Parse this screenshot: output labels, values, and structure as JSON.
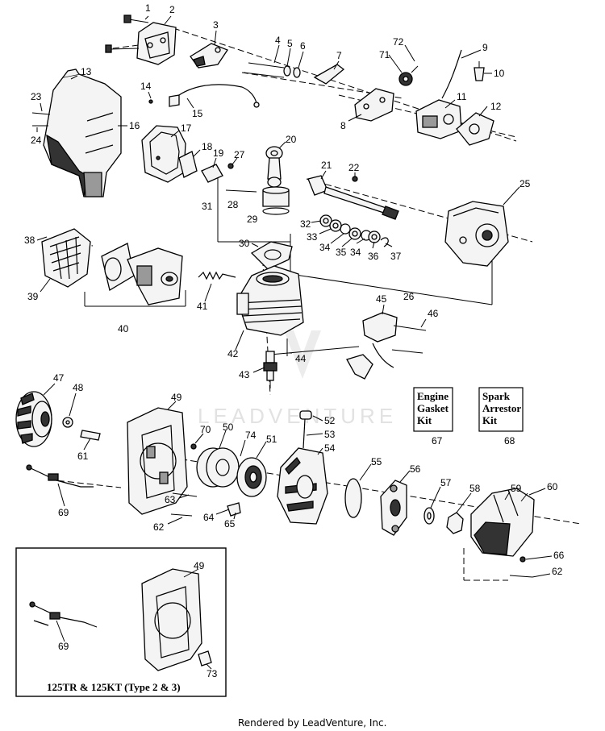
{
  "diagram": {
    "watermark": "LEADVENTURE",
    "footer": "Rendered by LeadVenture, Inc.",
    "kits": [
      {
        "title_lines": [
          "Engine",
          "Gasket",
          "Kit"
        ],
        "part_no": "67"
      },
      {
        "title_lines": [
          "Spark",
          "Arrestor",
          "Kit"
        ],
        "part_no": "68"
      }
    ],
    "inset": {
      "caption": "125TR & 125KT (Type 2 & 3)",
      "labels": [
        "49",
        "69",
        "73"
      ]
    },
    "callouts": [
      "1",
      "2",
      "3",
      "4",
      "5",
      "6",
      "7",
      "8",
      "9",
      "10",
      "11",
      "12",
      "13",
      "14",
      "15",
      "16",
      "17",
      "18",
      "19",
      "20",
      "21",
      "22",
      "23",
      "24",
      "25",
      "26",
      "27",
      "28",
      "29",
      "30",
      "31",
      "32",
      "33",
      "34",
      "34",
      "35",
      "36",
      "37",
      "38",
      "39",
      "40",
      "41",
      "42",
      "43",
      "44",
      "45",
      "46",
      "47",
      "48",
      "49",
      "50",
      "51",
      "52",
      "53",
      "54",
      "55",
      "56",
      "57",
      "58",
      "59",
      "60",
      "61",
      "62",
      "62",
      "63",
      "64",
      "65",
      "66",
      "69",
      "70",
      "71",
      "72",
      "74"
    ]
  }
}
